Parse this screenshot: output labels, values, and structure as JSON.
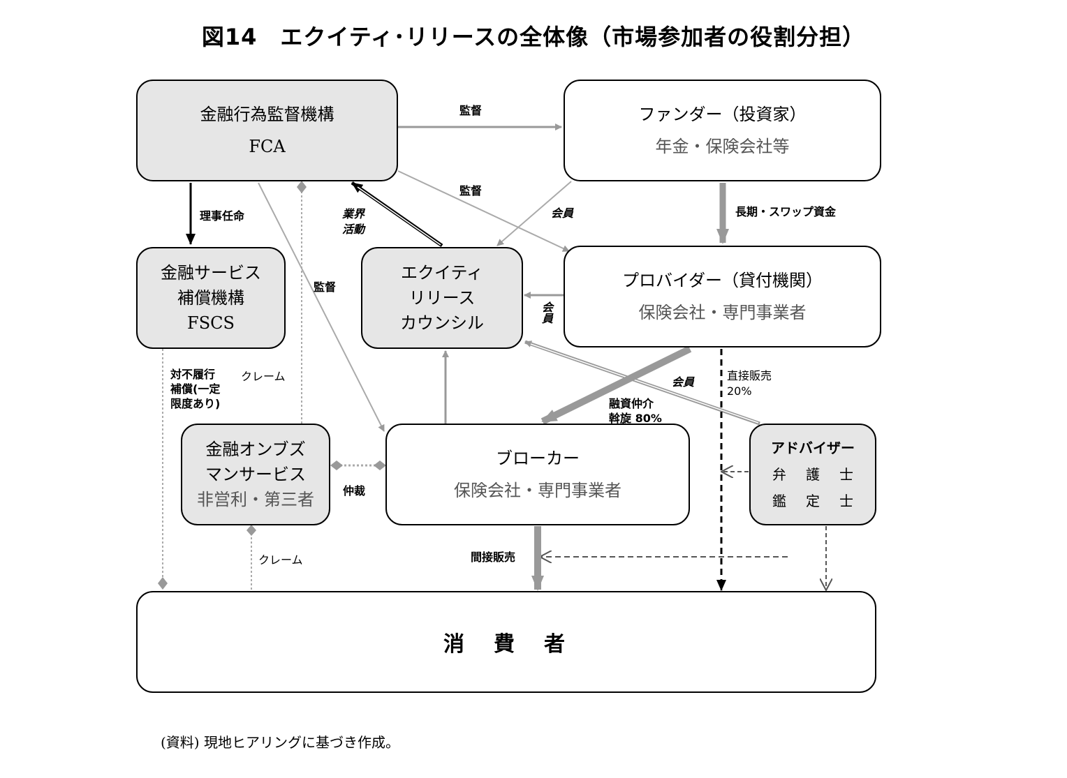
{
  "title": "図14　エクイティ･リリースの全体像（市場参加者の役割分担）",
  "nodes": {
    "fca": {
      "line1": "金融行為監督機構",
      "line2": "FCA"
    },
    "funder": {
      "line1": "ファンダー（投資家）",
      "line2": "年金・保険会社等"
    },
    "fscs": {
      "line1": "金融サービス",
      "line2": "補償機構",
      "line3": "FSCS"
    },
    "council": {
      "line1": "エクイティ",
      "line2": "リリース",
      "line3": "カウンシル"
    },
    "provider": {
      "line1": "プロバイダー（貸付機関）",
      "line2": "保険会社・専門事業者"
    },
    "ombudsman": {
      "line1": "金融オンブズ",
      "line2": "マンサービス",
      "line3": "非営利・第三者"
    },
    "broker": {
      "line1": "ブローカー",
      "line2": "保険会社・専門事業者"
    },
    "adviser": {
      "line1": "アドバイザー",
      "line2": "弁護士",
      "line3": "鑑定士"
    },
    "consumer": {
      "line1": "消　費　者"
    }
  },
  "labels": {
    "supervise_funder": "監督",
    "supervise_provider": "監督",
    "supervise_broker": "監督",
    "appoint": "理事任命",
    "lobby": "業界\n活動",
    "member_funder": "会員",
    "member_provider": "会員",
    "member_adviser": "会員",
    "longterm_fund": "長期・スワップ資金",
    "direct_sale": "直接販売\n20%",
    "intermediary": "融資仲介\n斡旋 80%",
    "default_comp": "対不履行\n補償(一定\n限度あり)",
    "claim_top": "クレーム",
    "claim_bottom": "クレーム",
    "arbitration": "仲裁",
    "indirect_sale": "間接販売"
  },
  "source": "(資料) 現地ヒアリングに基づき作成。"
}
